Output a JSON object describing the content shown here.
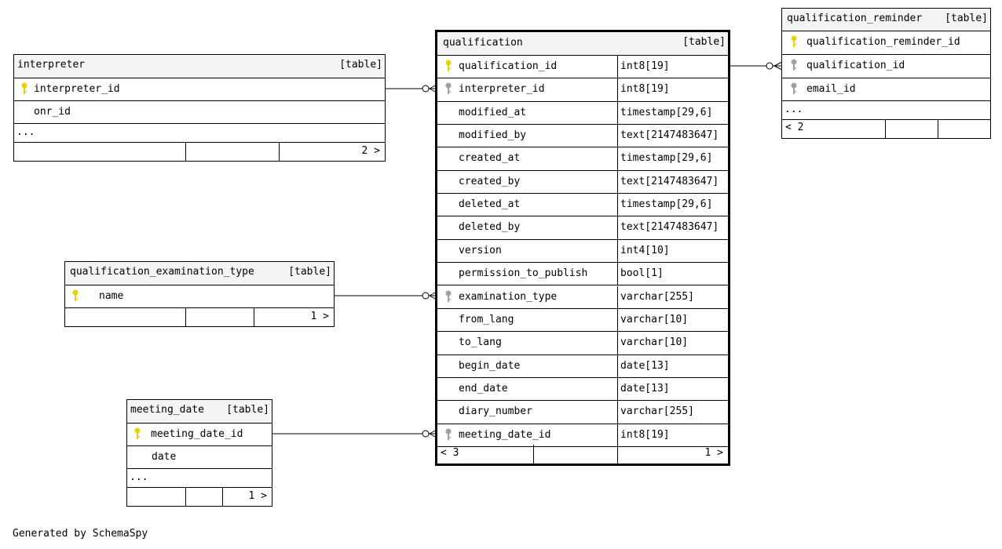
{
  "tables": {
    "interpreter": {
      "name": "interpreter",
      "tag": "[table]",
      "columns": [
        "interpreter_id",
        "onr_id"
      ],
      "ellipsis": "...",
      "children": "2 >"
    },
    "qualification_examination_type": {
      "name": "qualification_examination_type",
      "tag": "[table]",
      "columns": [
        "name"
      ],
      "children": "1 >"
    },
    "meeting_date": {
      "name": "meeting_date",
      "tag": "[table]",
      "columns": [
        "meeting_date_id",
        "date"
      ],
      "ellipsis": "...",
      "children": "1 >"
    },
    "qualification": {
      "name": "qualification",
      "tag": "[table]",
      "columns": [
        {
          "name": "qualification_id",
          "type": "int8[19]"
        },
        {
          "name": "interpreter_id",
          "type": "int8[19]"
        },
        {
          "name": "modified_at",
          "type": "timestamp[29,6]"
        },
        {
          "name": "modified_by",
          "type": "text[2147483647]"
        },
        {
          "name": "created_at",
          "type": "timestamp[29,6]"
        },
        {
          "name": "created_by",
          "type": "text[2147483647]"
        },
        {
          "name": "deleted_at",
          "type": "timestamp[29,6]"
        },
        {
          "name": "deleted_by",
          "type": "text[2147483647]"
        },
        {
          "name": "version",
          "type": "int4[10]"
        },
        {
          "name": "permission_to_publish",
          "type": "bool[1]"
        },
        {
          "name": "examination_type",
          "type": "varchar[255]"
        },
        {
          "name": "from_lang",
          "type": "varchar[10]"
        },
        {
          "name": "to_lang",
          "type": "varchar[10]"
        },
        {
          "name": "begin_date",
          "type": "date[13]"
        },
        {
          "name": "end_date",
          "type": "date[13]"
        },
        {
          "name": "diary_number",
          "type": "varchar[255]"
        },
        {
          "name": "meeting_date_id",
          "type": "int8[19]"
        }
      ],
      "parents": "< 3",
      "children": "1 >"
    },
    "qualification_reminder": {
      "name": "qualification_reminder",
      "tag": "[table]",
      "columns": [
        "qualification_reminder_id",
        "qualification_id",
        "email_id"
      ],
      "ellipsis": "...",
      "parents": "< 2"
    }
  },
  "colors": {
    "primary_key": "#e6d20a",
    "foreign_key": "#a0a0a0",
    "line": "#000000"
  },
  "footer": {
    "credit": "Generated by SchemaSpy"
  }
}
